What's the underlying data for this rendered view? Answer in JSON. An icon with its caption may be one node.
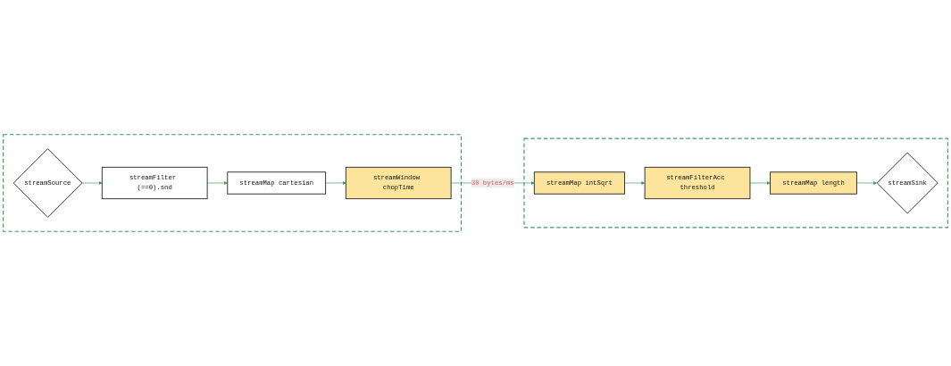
{
  "diagram": {
    "nodes": [
      {
        "text": [],
        "shape": "box"
      },
      {
        "text": [
          "streamSource"
        ],
        "in": 0
      },
      {
        "text": [
          "streamFilter (==0).snd"
        ],
        "in": 0
      },
      {
        "text": [
          "streamMap cartesian"
        ],
        "in": 0
      },
      {
        "text": [
          "streamWindow chopTime"
        ],
        "in": 0
      },
      {
        "text": [],
        "shape": "box"
      },
      {
        "text": [
          "streamMap intSqrt"
        ],
        "in": 5
      },
      {
        "text": [
          "streamFilterAcc threshold"
        ],
        "in": 5
      },
      {
        "text": [
          "streamMap length"
        ],
        "in": 5
      },
      {
        "text": [
          "streamSink"
        ],
        "in": 5
      }
    ],
    "edges": [
      {
        "from": 1,
        "to": 2,
        "arrow": "to"
      },
      {
        "from": 2,
        "to": 3,
        "arrow": "to"
      },
      {
        "from": 3,
        "to": 4,
        "arrow": "to"
      },
      {
        "from": 4,
        "to": 6,
        "arrow": "to",
        "label": "30 bytes/ms"
      },
      {
        "from": 6,
        "to": 7,
        "arrow": "to"
      },
      {
        "from": 7,
        "to": 8,
        "arrow": "to"
      },
      {
        "from": 8,
        "to": 9,
        "arrow": "to"
      }
    ]
  }
}
